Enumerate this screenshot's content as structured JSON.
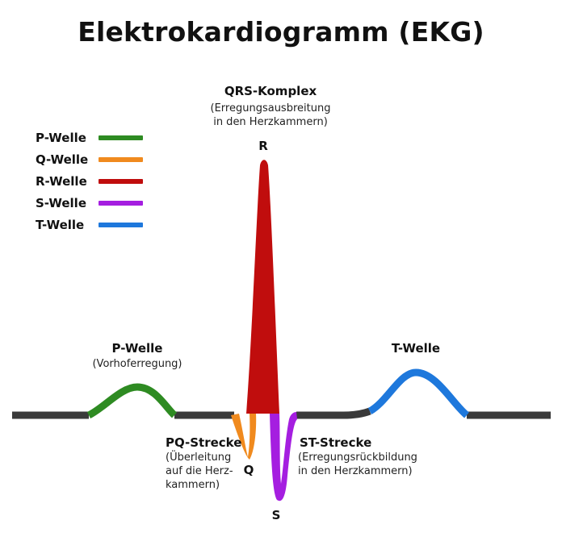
{
  "title": "Elektrokardiogramm (EKG)",
  "legend": [
    {
      "label": "P-Welle",
      "color": "#2e8b22"
    },
    {
      "label": "Q-Welle",
      "color": "#f08a1e"
    },
    {
      "label": "R-Welle",
      "color": "#c00d0d"
    },
    {
      "label": "S-Welle",
      "color": "#a51ee0"
    },
    {
      "label": "T-Welle",
      "color": "#1e78dc"
    }
  ],
  "baseline_color": "#3a3a3a",
  "labels": {
    "qrs_title": "QRS-Komplex",
    "qrs_desc_1": "(Erregungsausbreitung",
    "qrs_desc_2": "in den Herzkammern)",
    "r": "R",
    "q": "Q",
    "s": "S",
    "p_title": "P-Welle",
    "p_desc": "(Vorhoferregung)",
    "t_title": "T-Welle",
    "pq_title": "PQ-Strecke",
    "pq_desc_1": "(Überleitung",
    "pq_desc_2": "auf die Herz-",
    "pq_desc_3": "kammern)",
    "st_title": "ST-Strecke",
    "st_desc_1": "(Erregungsrückbildung",
    "st_desc_2": "in den Herzkammern)"
  }
}
